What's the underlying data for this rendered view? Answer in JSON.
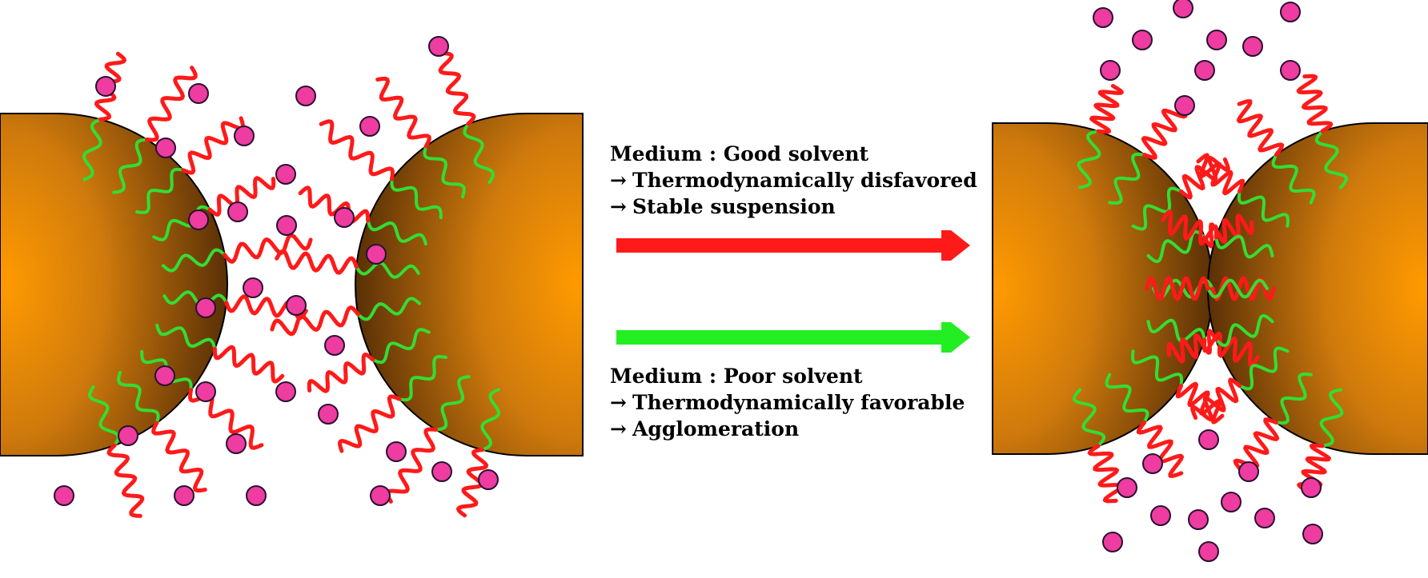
{
  "good_solvent": {
    "medium": "Medium : Good solvent",
    "effect": "Thermodynamically disfavored",
    "result": "Stable suspension",
    "arrow_color": "#ff1a1a"
  },
  "poor_solvent": {
    "medium": "Medium : Poor solvent",
    "effect": "Thermodynamically favorable",
    "result": "Agglomeration",
    "arrow_color": "#22ee22"
  },
  "arrow_glyph": "→",
  "colors": {
    "particle_core": "#ff9a00",
    "particle_edge": "#5a3006",
    "anchored_chain": "#33dd33",
    "extended_chain": "#ff1a1a",
    "solvent_molecule": "#ee3ca0"
  }
}
